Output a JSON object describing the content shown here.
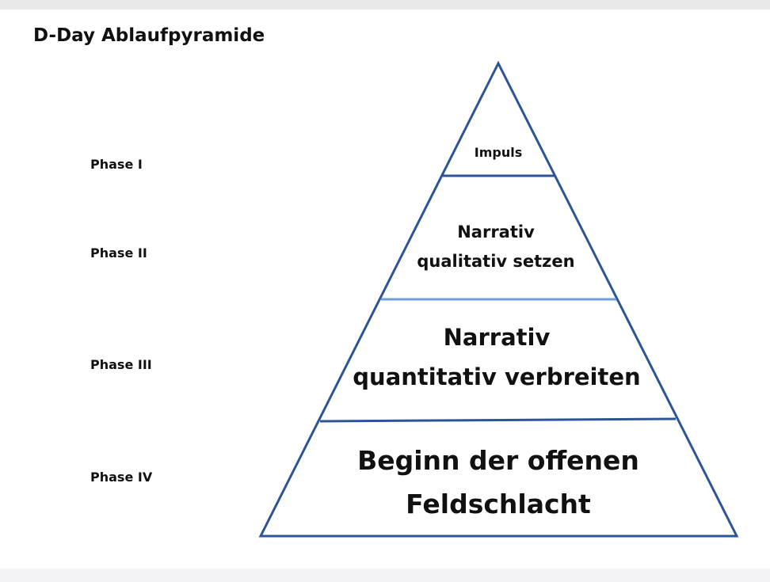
{
  "diagram": {
    "title": "D-Day Ablaufpyramide",
    "phases": [
      {
        "label": "Phase I"
      },
      {
        "label": "Phase II"
      },
      {
        "label": "Phase III"
      },
      {
        "label": "Phase IV"
      }
    ],
    "tiers": [
      {
        "lines": [
          "Impuls"
        ]
      },
      {
        "lines": [
          "Narrativ",
          "qualitativ setzen"
        ]
      },
      {
        "lines": [
          "Narrativ",
          "quantitativ verbreiten"
        ]
      },
      {
        "lines": [
          "Beginn der offenen",
          "Feldschlacht"
        ]
      }
    ],
    "colors": {
      "outline": "#2d5596",
      "divider_highlight": "#6f9fd6",
      "text": "#111111"
    }
  }
}
